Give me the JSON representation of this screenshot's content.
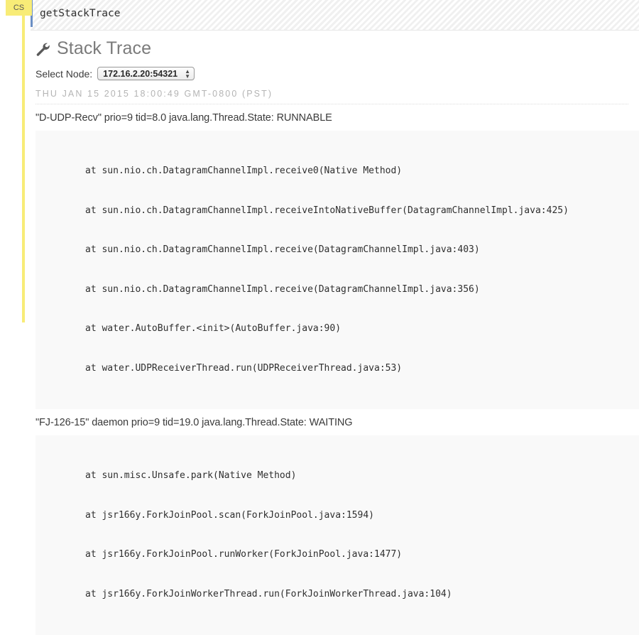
{
  "notebook": {
    "cell_badge": "CS",
    "input_value": "getStackTrace"
  },
  "panel": {
    "icon": "wrench-icon",
    "title": "Stack Trace",
    "node_label": "Select Node:",
    "node_selected": "172.16.2.20:54321",
    "select_arrow_up": "▲",
    "select_arrow_down": "▼",
    "timestamp": "THU JAN 15 2015 18:00:49 GMT-0800 (PST)"
  },
  "threads": [
    {
      "header": "\"D-UDP-Recv\" prio=9 tid=8.0 java.lang.Thread.State: RUNNABLE",
      "frames": [
        "at sun.nio.ch.DatagramChannelImpl.receive0(Native Method)",
        "at sun.nio.ch.DatagramChannelImpl.receiveIntoNativeBuffer(DatagramChannelImpl.java:425)",
        "at sun.nio.ch.DatagramChannelImpl.receive(DatagramChannelImpl.java:403)",
        "at sun.nio.ch.DatagramChannelImpl.receive(DatagramChannelImpl.java:356)",
        "at water.AutoBuffer.<init>(AutoBuffer.java:90)",
        "at water.UDPReceiverThread.run(UDPReceiverThread.java:53)"
      ]
    },
    {
      "header": "\"FJ-126-15\" daemon prio=9 tid=19.0 java.lang.Thread.State: WAITING",
      "frames": [
        "at sun.misc.Unsafe.park(Native Method)",
        "at jsr166y.ForkJoinPool.scan(ForkJoinPool.java:1594)",
        "at jsr166y.ForkJoinPool.runWorker(ForkJoinPool.java:1477)",
        "at jsr166y.ForkJoinWorkerThread.run(ForkJoinWorkerThread.java:104)"
      ]
    }
  ],
  "colors": {
    "gutter": "#f8ec77",
    "input_accent": "#6b8fc4",
    "code_bg": "#f9f9f9",
    "title": "#7b7b7b"
  }
}
